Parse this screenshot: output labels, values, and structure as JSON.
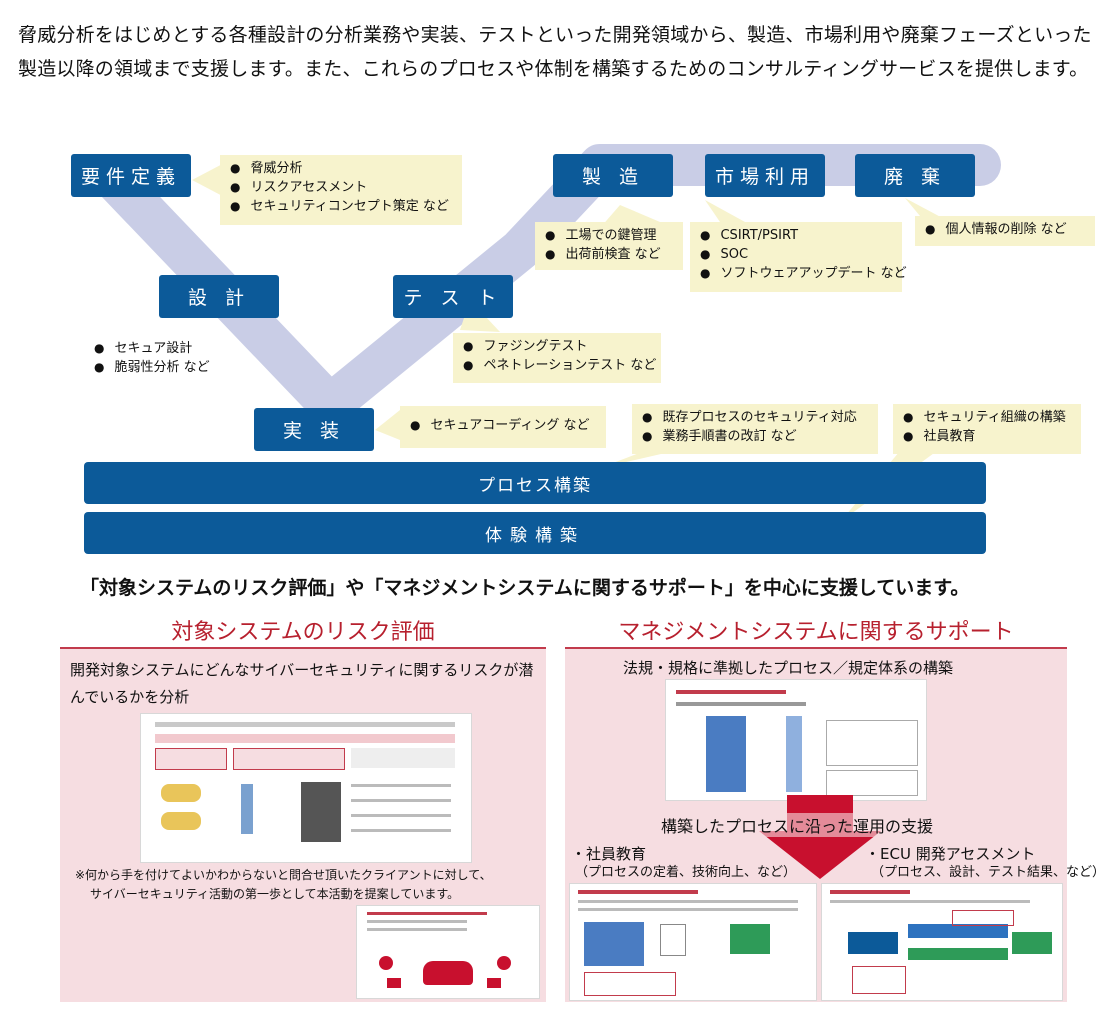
{
  "intro": "脅威分析をはじめとする各種設計の分析業務や実装、テストといった開発領域から、製造、市場利用や廃棄フェーズといった製造以降の領域まで支援します。また、これらのプロセスや体制を構築するためのコンサルティングサービスを提供します。",
  "phases": {
    "requirements": "要件定義",
    "design": "設 計",
    "implementation": "実 装",
    "test": "テ ス ト",
    "manufacturing": "製 造",
    "market": "市場利用",
    "disposal": "廃 棄"
  },
  "notes": {
    "requirements": [
      "脅威分析",
      "リスクアセスメント",
      "セキュリティコンセプト策定 など"
    ],
    "design": [
      "セキュア設計",
      "脆弱性分析 など"
    ],
    "implementation": [
      "セキュアコーディング など"
    ],
    "test": [
      "ファジングテスト",
      "ペネトレーションテスト など"
    ],
    "manufacturing": [
      "工場での鍵管理",
      "出荷前検査 など"
    ],
    "market": [
      "CSIRT/PSIRT",
      "SOC",
      "ソフトウェアアップデート など"
    ],
    "disposal": [
      "個人情報の削除 など"
    ],
    "process": [
      "既存プロセスのセキュリティ対応",
      "業務手順書の改訂 など"
    ],
    "organization": [
      "セキュリティ組織の構築",
      "社員教育"
    ]
  },
  "bars": {
    "process": "プロセス構築",
    "organization": "体験構築"
  },
  "headline": "「対象システムのリスク評価」や「マネジメントシステムに関するサポート」を中心に支援しています。",
  "left_panel": {
    "title": "対象システムのリスク評価",
    "description": "開発対象システムにどんなサイバーセキュリティに関するリスクが潜んでいるかを分析",
    "footnote_line1": "※何から手を付けてよいかわからないと問合せ頂いたクライアントに対して、",
    "footnote_line2": "サイバーセキュリティ活動の第一歩として本活動を提案しています。"
  },
  "right_panel": {
    "title": "マネジメントシステムに関するサポート",
    "top_label": "法規・規格に準拠したプロセス／規定体系の構築",
    "arrow_label": "構築したプロセスに沿った運用の支援",
    "left_sub_title": "・社員教育",
    "left_sub_detail": "（プロセスの定着、技術向上、など）",
    "right_sub_title": "・ECU 開発アセスメント",
    "right_sub_detail": "（プロセス、設計、テスト結果、など）"
  },
  "colors": {
    "phase_blue": "#0c5a99",
    "v_band": "#c9cde6",
    "note_bg": "#f7f3cd",
    "accent_red": "#b7202e",
    "panel_bg": "#f6dde1"
  }
}
